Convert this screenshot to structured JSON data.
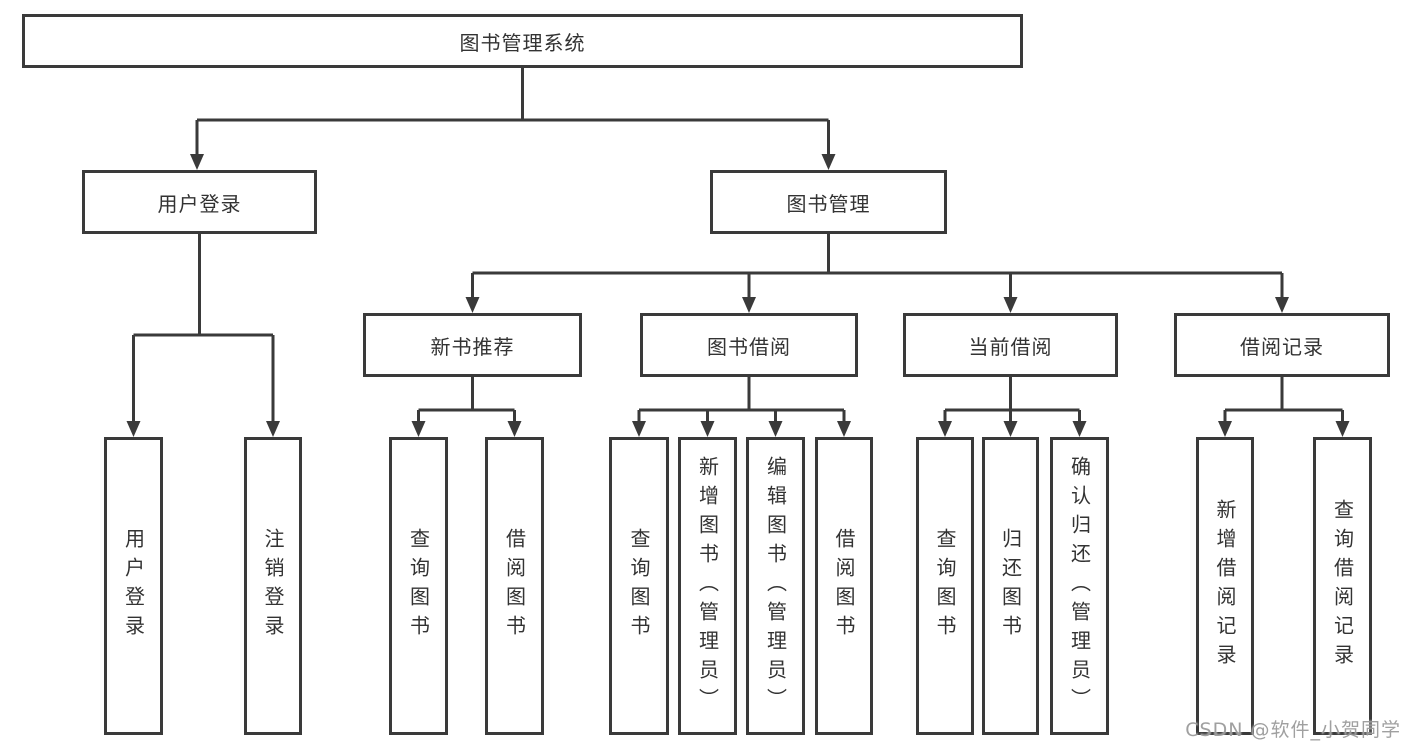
{
  "diagram": {
    "title": "图书管理系统",
    "branches": {
      "user_login": {
        "label": "用户登录",
        "leaves": [
          "用户登录",
          "注销登录"
        ]
      },
      "book_mgmt": {
        "label": "图书管理",
        "sections": [
          {
            "label": "新书推荐",
            "leaves": [
              "查询图书",
              "借阅图书"
            ]
          },
          {
            "label": "图书借阅",
            "leaves": [
              "查询图书",
              "新增图书（管理员）",
              "编辑图书（管理员）",
              "借阅图书"
            ]
          },
          {
            "label": "当前借阅",
            "leaves": [
              "查询图书",
              "归还图书",
              "确认归还（管理员）"
            ]
          },
          {
            "label": "借阅记录",
            "leaves": [
              "新增借阅记录",
              "查询借阅记录"
            ]
          }
        ]
      }
    }
  },
  "watermark": {
    "text": "CSDN @软件_小贺同学"
  },
  "colors": {
    "line": "#3a3a3a",
    "text": "#333333",
    "background": "#ffffff",
    "watermark": "#989898"
  }
}
